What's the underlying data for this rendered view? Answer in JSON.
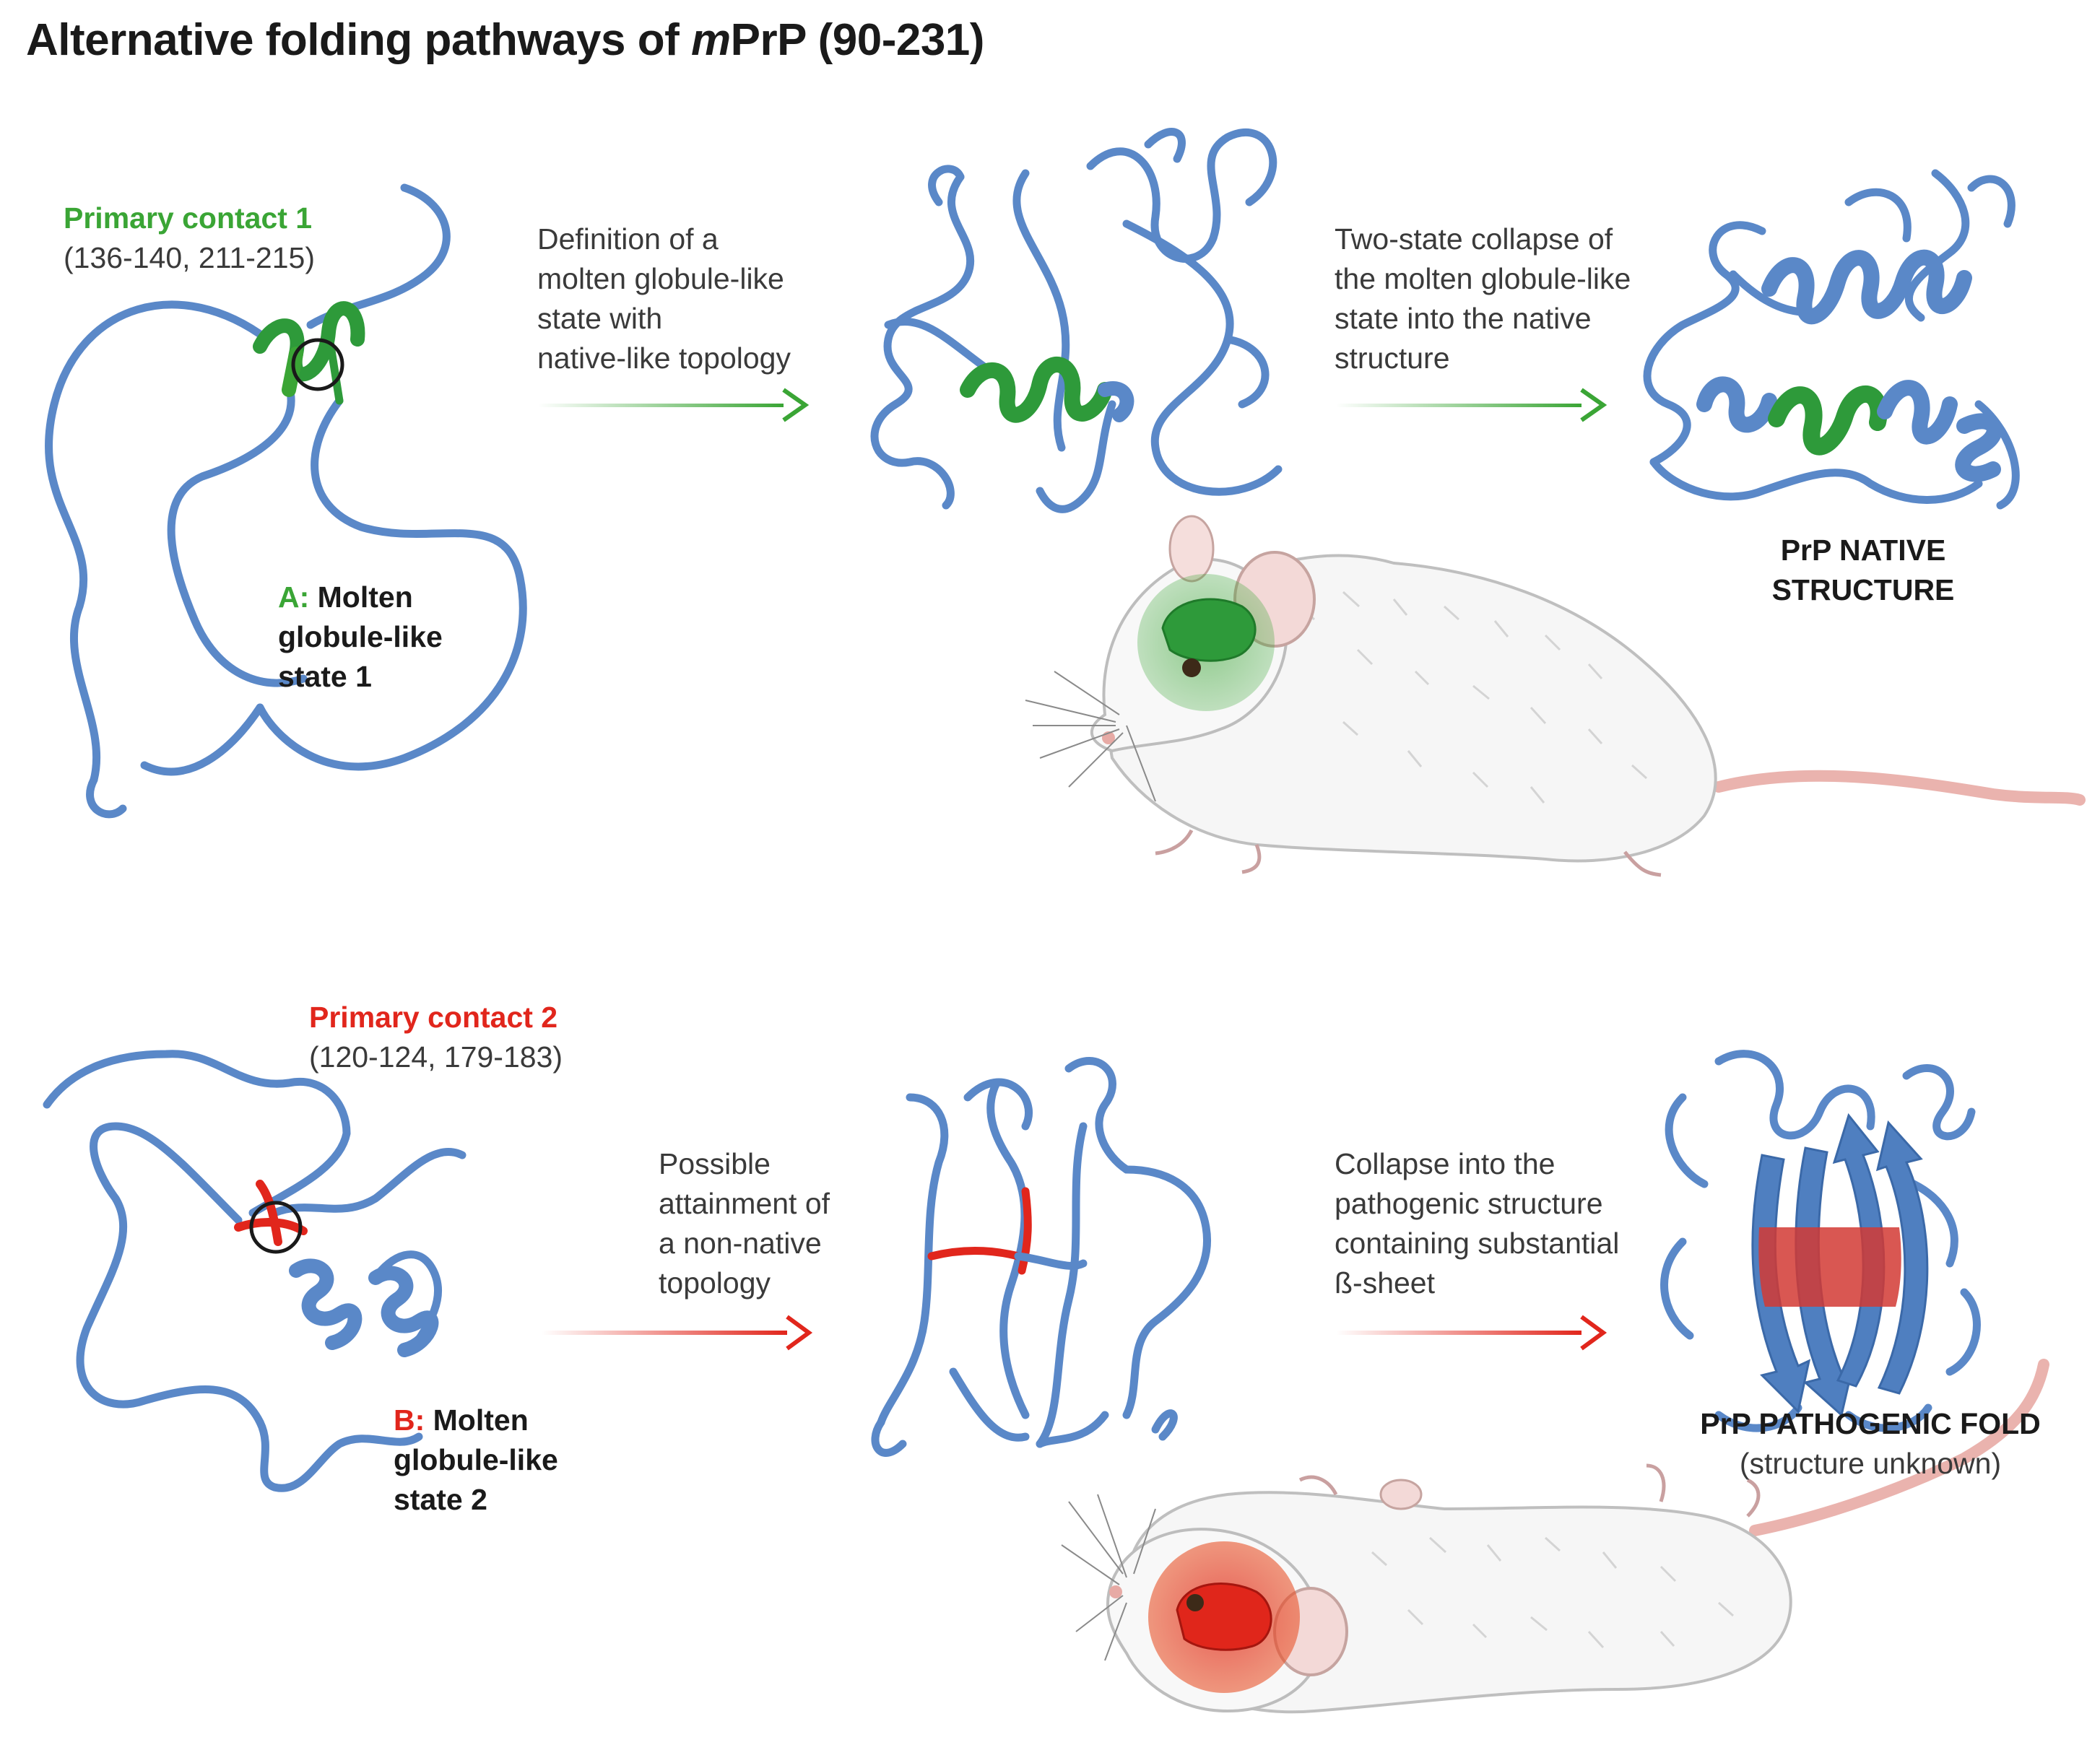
{
  "title": {
    "prefix": "Alternative folding pathways of ",
    "italic": "m",
    "suffix": "PrP (90-231)"
  },
  "pathway_a": {
    "contact_title": "Primary contact 1",
    "contact_residues": "(136-140, 211-215)",
    "state_prefix": "A:",
    "state_line1": " Molten",
    "state_line2": "globule-like",
    "state_line3": "state 1",
    "step1": [
      "Definition of a",
      "molten globule-like",
      "state with",
      "native-like topology"
    ],
    "step2": [
      "Two-state collapse of",
      "the molten globule-like",
      "state into the native",
      "structure"
    ],
    "result_line1": "PrP NATIVE",
    "result_line2": "STRUCTURE",
    "accent_color": "#3aa535"
  },
  "pathway_b": {
    "contact_title": "Primary contact 2",
    "contact_residues": "(120-124, 179-183)",
    "state_prefix": "B:",
    "state_line1": " Molten",
    "state_line2": "globule-like",
    "state_line3": "state 2",
    "step1": [
      "Possible",
      "attainment of",
      "a non-native",
      "topology"
    ],
    "step2": [
      "Collapse into the",
      "pathogenic structure",
      "containing substantial",
      "ß-sheet"
    ],
    "result_line1": "PrP PATHOGENIC FOLD",
    "result_line2": "(structure unknown)",
    "accent_color": "#e1261c"
  },
  "colors": {
    "protein": "#5a88c8",
    "green": "#3aa535",
    "red": "#e1261c",
    "mouse_fur": "#f4f4f4",
    "mouse_skin": "#eab3ae"
  }
}
